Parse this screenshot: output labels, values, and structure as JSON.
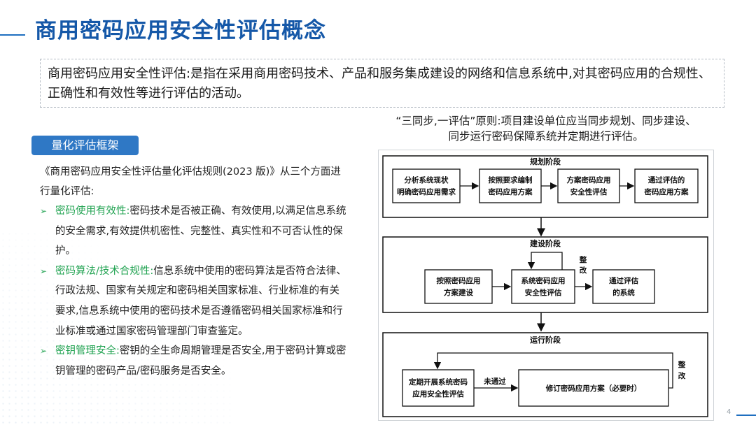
{
  "title": "商用密码应用安全性评估概念",
  "definition": "商用密码应用安全性评估:是指在采用商用密码技术、产品和服务集成建设的网络和信息系统中,对其密码应用的合规性、正确性和有效性等进行评估的活动。",
  "principle": {
    "line1": "“三同步,一评估”原则:项目建设单位应当同步规划、同步建设、",
    "line2": "同步运行密码保障系统并定期进行评估。"
  },
  "badge": "量化评估框架",
  "intro": "《商用密码应用安全性评估量化评估规则(2023 版)》从三个方面进行量化评估:",
  "items": [
    {
      "key": "密码使用有效性:",
      "text": "密码技术是否被正确、有效使用,以满足信息系统的安全需求,有效提供机密性、完整性、真实性和不可否认性的保护。"
    },
    {
      "key": "密码算法/技术合规性:",
      "text": "信息系统中使用的密码算法是否符合法律、行政法规、国家有关规定和密码相关国家标准、行业标准的有关要求,信息系统中使用的密码技术是否遵循密码相关国家标准和行业标准或通过国家密码管理部门审查鉴定。"
    },
    {
      "key": "密钥管理安全:",
      "text": "密钥的全生命周期管理是否安全,用于密码计算或密钥管理的密码产品/密码服务是否安全。"
    }
  ],
  "bullet_icon": "arrow-bullet-icon",
  "flow": {
    "stage1": {
      "label": "规划阶段",
      "boxes": [
        [
          "分析系统现状",
          "明确密码应用需求"
        ],
        [
          "按照要求编制",
          "密码应用方案"
        ],
        [
          "方案密码应用",
          "安全性评估"
        ],
        [
          "通过评估的",
          "密码应用方案"
        ]
      ]
    },
    "stage2": {
      "label": "建设阶段",
      "boxes": [
        [
          "按照密码应用",
          "方案建设"
        ],
        [
          "系统密码应用",
          "安全性评估"
        ],
        [
          "通过评估",
          "的系统"
        ]
      ],
      "loop": [
        "整",
        "改"
      ]
    },
    "stage3": {
      "label": "运行阶段",
      "boxes": [
        [
          "定期开展系统密码",
          "应用安全性评估"
        ],
        [
          "修订密码应用方案（必要时）"
        ]
      ],
      "fail_label": "未通过",
      "loop": [
        "整",
        "改"
      ]
    }
  },
  "page_number": "4",
  "colors": {
    "title": "#1558a8",
    "accent": "#2f78c5",
    "highlight": "#22a352"
  }
}
